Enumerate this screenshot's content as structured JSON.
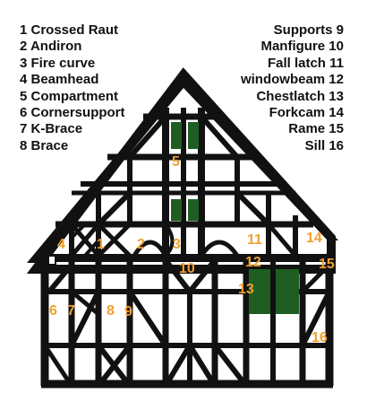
{
  "legend_left": [
    {
      "n": "1",
      "label": "Crossed Raut"
    },
    {
      "n": "2",
      "label": "Andiron"
    },
    {
      "n": "3",
      "label": "Fire curve"
    },
    {
      "n": "4",
      "label": "Beamhead"
    },
    {
      "n": "5",
      "label": "Compartment"
    },
    {
      "n": "6",
      "label": "Cornersupport"
    },
    {
      "n": "7",
      "label": "K-Brace"
    },
    {
      "n": "8",
      "label": "Brace"
    }
  ],
  "legend_right": [
    {
      "n": "9",
      "label": "Supports"
    },
    {
      "n": "10",
      "label": "Manfigure"
    },
    {
      "n": "11",
      "label": "Fall latch"
    },
    {
      "n": "12",
      "label": "windowbeam"
    },
    {
      "n": "13",
      "label": "Chestlatch"
    },
    {
      "n": "14",
      "label": "Forkcam"
    },
    {
      "n": "15",
      "label": "Rame"
    },
    {
      "n": "16",
      "label": "Sill"
    }
  ],
  "markers": [
    "5",
    "4",
    "1",
    "2",
    "3",
    "11",
    "14",
    "10",
    "12",
    "15",
    "13",
    "6",
    "7",
    "8",
    "9",
    "16"
  ],
  "colors": {
    "timber": "#111111",
    "infill": "#ffffff",
    "window": "#1e5e22",
    "marker": "#f0a030"
  }
}
